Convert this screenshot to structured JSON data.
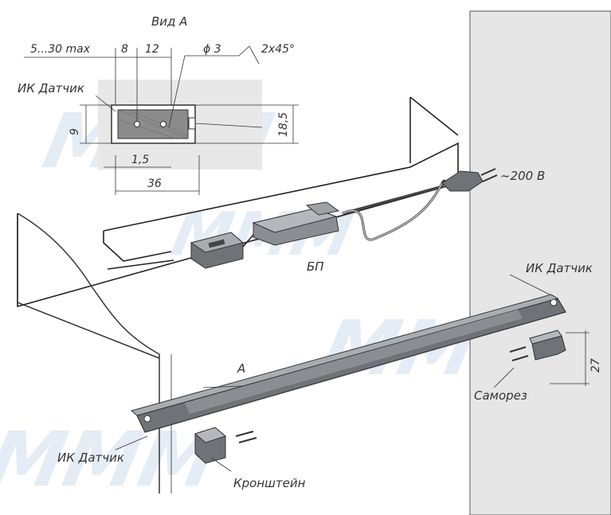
{
  "labels": {
    "view_a": "Вид А",
    "dim_range": "5...30 max",
    "dim_8": "8",
    "dim_12": "12",
    "dim_hole": "ϕ 3",
    "dim_chamfer": "2x45°",
    "ir_sensor_top": "ИК Датчик",
    "dim_9": "9",
    "dim_18_5": "18,5",
    "dim_1_5": "1,5",
    "dim_36": "36",
    "voltage": "~200 В",
    "psu": "БП",
    "ir_sensor_right": "ИК Датчик",
    "arrow_a": "A",
    "dim_27": "27",
    "screw": "Саморез",
    "ir_sensor_bottom": "ИК Датчик",
    "bracket": "Кронштейн"
  },
  "colors": {
    "wall": "#e6e6e6",
    "profile_dark": "#6f7378",
    "profile_mid": "#8a8e93",
    "profile_light": "#a9adb1",
    "line": "#333333",
    "watermark": "#dfe8f2"
  }
}
